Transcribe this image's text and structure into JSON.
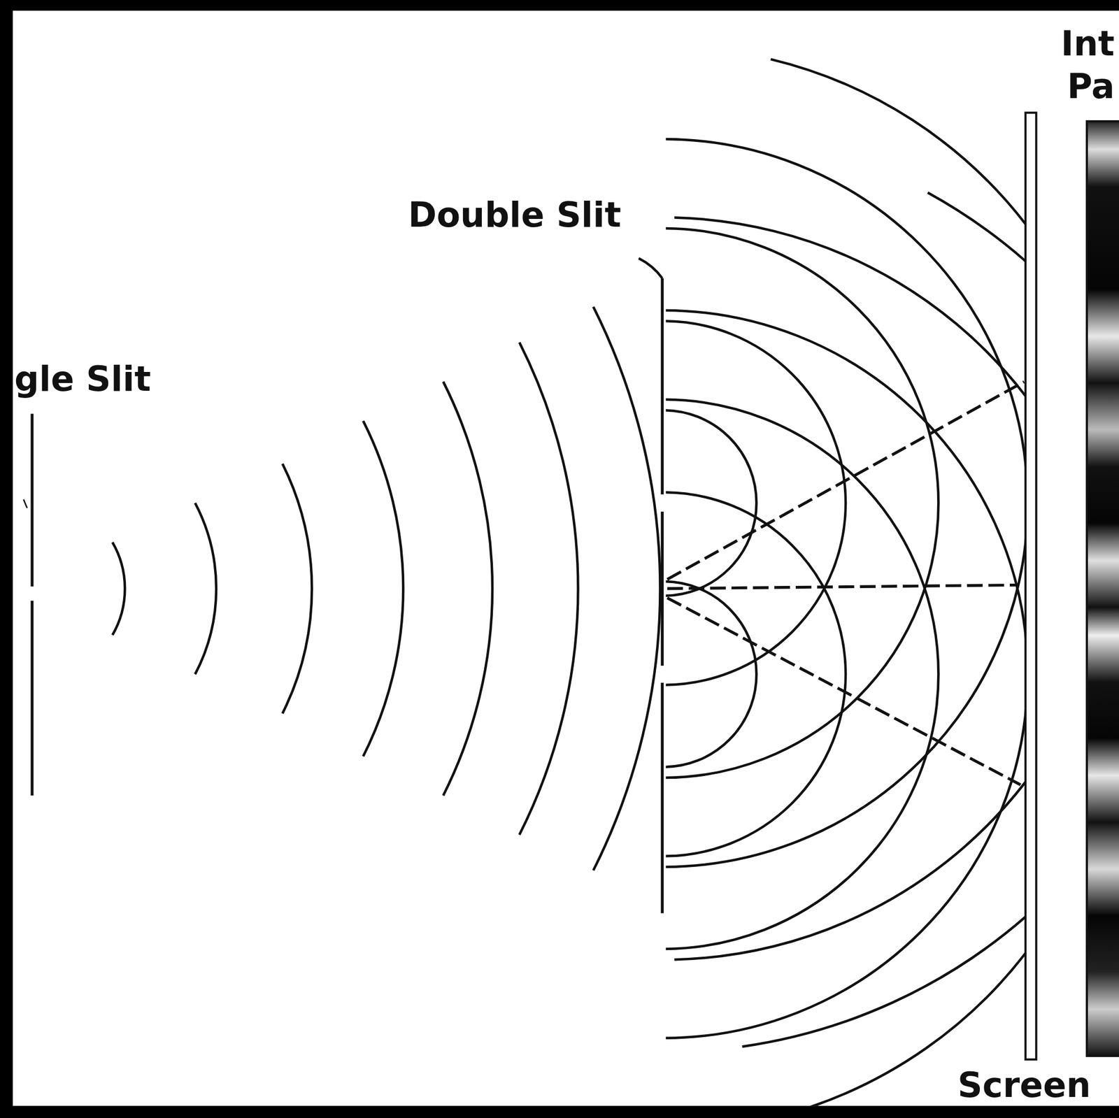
{
  "diagram": {
    "labels": [
      "gle Slit",
      "Double Slit",
      "Int",
      "Pa",
      "Screen"
    ]
  }
}
